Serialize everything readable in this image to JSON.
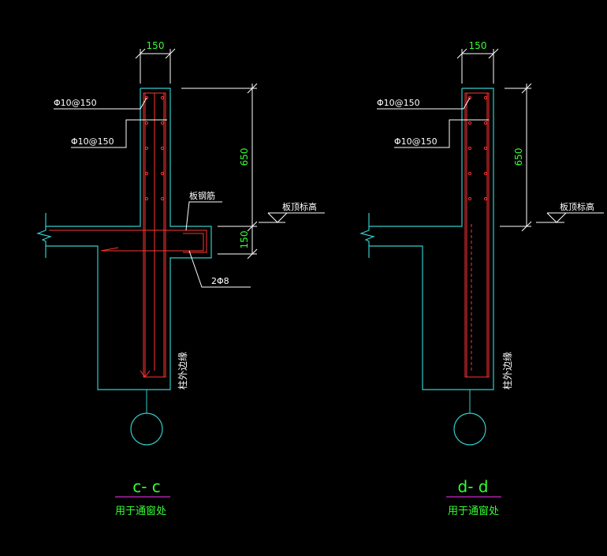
{
  "colors": {
    "background": "#000000",
    "outline": "#33cccc",
    "rebar": "#ff3333",
    "dimension": "#ffffff",
    "dim_text": "#33ff33",
    "label": "#ffffff",
    "title": "#33ff33",
    "title_sub": "#ff44ff",
    "underline": "#ff33ff"
  },
  "sections": {
    "c": {
      "title": "c- c",
      "subtitle": "用于通窗处",
      "width_dim": "150",
      "height_dim_upper": "650",
      "height_dim_lower": "150",
      "label_rebar_1": "Φ10@150",
      "label_rebar_2": "Φ10@150",
      "label_slab_rebar": "板钢筋",
      "label_slab_top": "板顶标高",
      "label_bars": "2Φ8",
      "label_edge": "柱外边缘"
    },
    "d": {
      "title": "d- d",
      "subtitle": "用于通窗处",
      "width_dim": "150",
      "height_dim_upper": "650",
      "label_rebar_1": "Φ10@150",
      "label_rebar_2": "Φ10@150",
      "label_slab_top": "板顶标高",
      "label_edge": "柱外边缘"
    }
  }
}
